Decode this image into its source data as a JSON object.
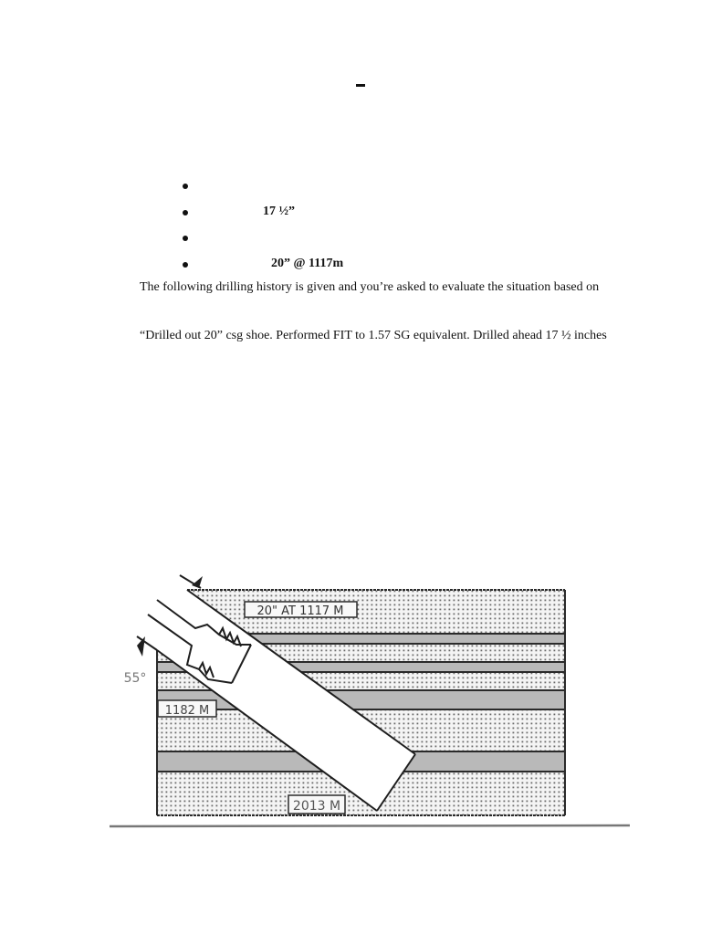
{
  "document": {
    "title_dash": "–",
    "bullets": [
      {
        "text": ""
      },
      {
        "text": "17 ½”"
      },
      {
        "text": ""
      },
      {
        "text": "20” @ 1117m"
      }
    ],
    "paragraphs": [
      {
        "text": "The following drilling history is given and you’re asked to evaluate the situation based on"
      },
      {
        "text": "“Drilled out 20” csg shoe. Performed FIT to 1.57 SG equivalent. Drilled ahead 17 ½ inches"
      }
    ]
  },
  "figure": {
    "labels": {
      "casing_shoe": "20\" AT 1117 M",
      "kick_off_depth": "1182 M",
      "td_depth": "2013 M",
      "inclination": "55°"
    },
    "colors": {
      "dotted_layer_bg": "#f4f4f4",
      "dot": "#6a6a6a",
      "shale_layer": "#b9b9b9",
      "line": "#2a2a2a"
    }
  }
}
